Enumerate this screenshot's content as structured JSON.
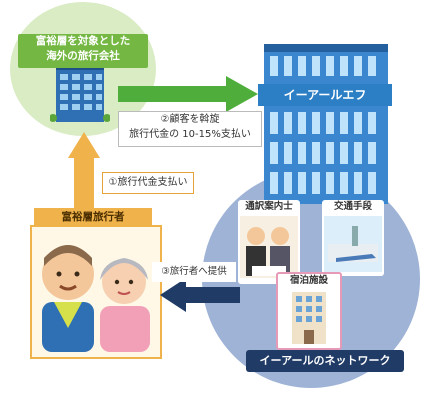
{
  "agency": {
    "title_line1": "富裕層を対象とした",
    "title_line2": "海外の旅行会社"
  },
  "company": {
    "name": "イーアールエフ"
  },
  "flows": {
    "referral_line1": "②顧客を斡旋",
    "referral_line2": "旅行代金の 10-15%支払い",
    "payment": "①旅行代金支払い",
    "provide": "③旅行者へ提供"
  },
  "travelers": {
    "label": "富裕層旅行者"
  },
  "network": {
    "label": "イーアールのネットワーク",
    "guide": "通訳案内士",
    "transport": "交通手段",
    "lodging": "宿泊施設"
  },
  "colors": {
    "green": "#74b843",
    "blue": "#2c7fc4",
    "navy": "#1f3b66",
    "orange": "#f0b24a",
    "network_circle": "#9fb3d6",
    "agency_circle": "#d9ecc4"
  }
}
